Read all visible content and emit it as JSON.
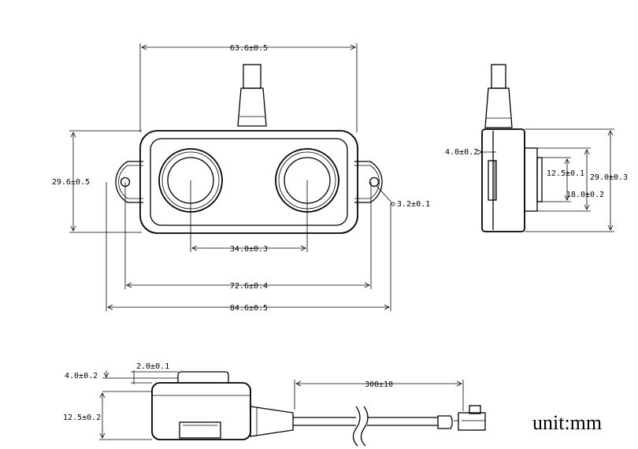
{
  "front_view": {
    "width": "63.6±0.5",
    "height": "29.6±0.5",
    "lens_spacing": "34.0±0.3",
    "hole_spacing": "72.6±0.4",
    "overall_width": "84.6±0.5",
    "hole_diameter": "3.2±0.1"
  },
  "side_view": {
    "flange_thickness": "4.0±0.2",
    "lens_diameter": "12.5±0.1",
    "lens_height": "18.0±0.2",
    "overall_height": "29.0±0.3"
  },
  "bottom_view": {
    "top_offset": "4.0±0.2",
    "lens_protrusion": "2.0±0.1",
    "cable_length": "300±10",
    "body_height": "12.5±0.2"
  },
  "unit_label": "unit:mm"
}
